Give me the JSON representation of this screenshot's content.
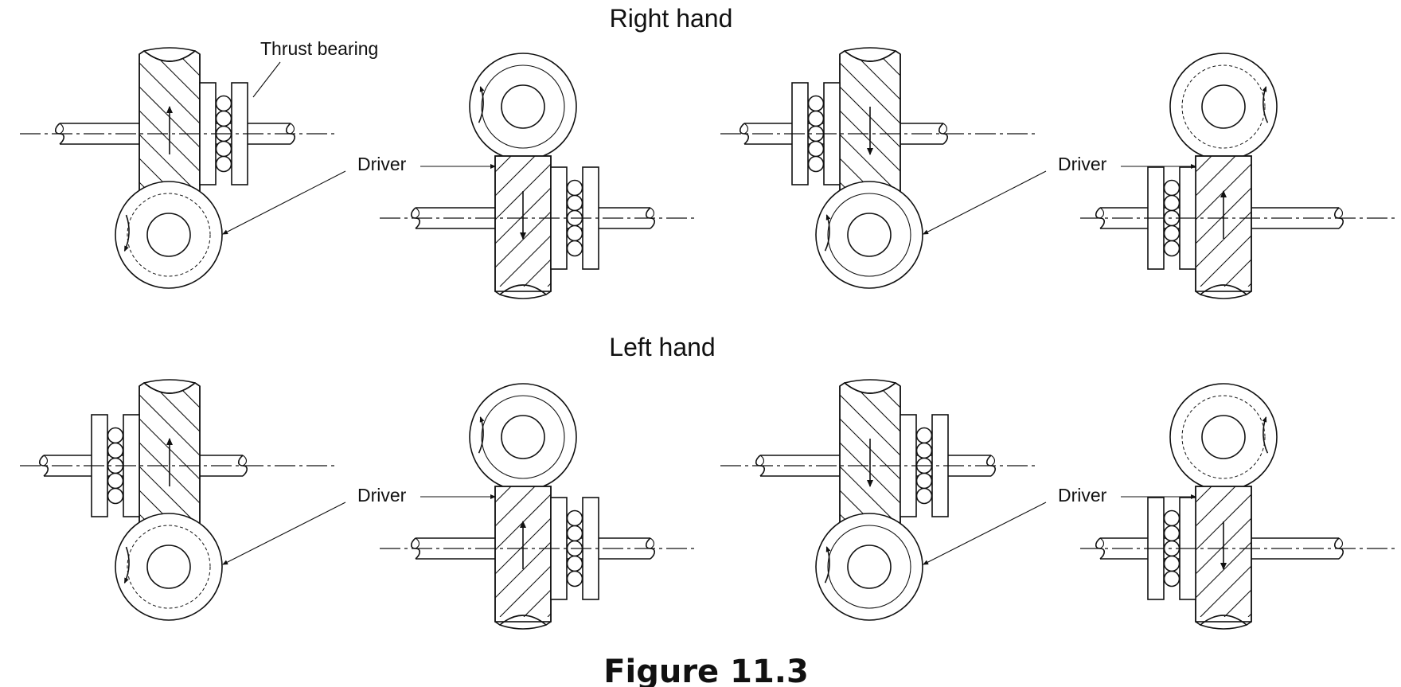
{
  "diagram": {
    "heading_top": "Right hand",
    "heading_bottom": "Left hand",
    "thrust_bearing_label": "Thrust bearing",
    "driver_label": "Driver",
    "caption": "Figure 11.3"
  },
  "colors": {
    "ink": "#111111",
    "background": "#ffffff"
  },
  "panels": [
    {
      "row": "right-hand",
      "gear": "pinion",
      "hatch": "\\",
      "axial": "up",
      "bearing": "right",
      "rotation": "ccw",
      "driver": false
    },
    {
      "row": "right-hand",
      "gear": "wheel",
      "hatch": "/",
      "axial": "down",
      "bearing": "right",
      "rotation": "ccw",
      "driver": true
    },
    {
      "row": "right-hand",
      "gear": "pinion",
      "hatch": "\\",
      "axial": "down",
      "bearing": "left",
      "rotation": "cw",
      "driver": false
    },
    {
      "row": "right-hand",
      "gear": "wheel",
      "hatch": "/",
      "axial": "up",
      "bearing": "left",
      "rotation": "cw",
      "driver": true
    },
    {
      "row": "left-hand",
      "gear": "pinion",
      "hatch": "\\",
      "axial": "up",
      "bearing": "left",
      "rotation": "ccw",
      "driver": false
    },
    {
      "row": "left-hand",
      "gear": "wheel",
      "hatch": "/",
      "axial": "up",
      "bearing": "right",
      "rotation": "ccw",
      "driver": true
    },
    {
      "row": "left-hand",
      "gear": "pinion",
      "hatch": "\\",
      "axial": "down",
      "bearing": "right",
      "rotation": "cw",
      "driver": false
    },
    {
      "row": "left-hand",
      "gear": "wheel",
      "hatch": "/",
      "axial": "down",
      "bearing": "left",
      "rotation": "cw",
      "driver": true
    }
  ]
}
